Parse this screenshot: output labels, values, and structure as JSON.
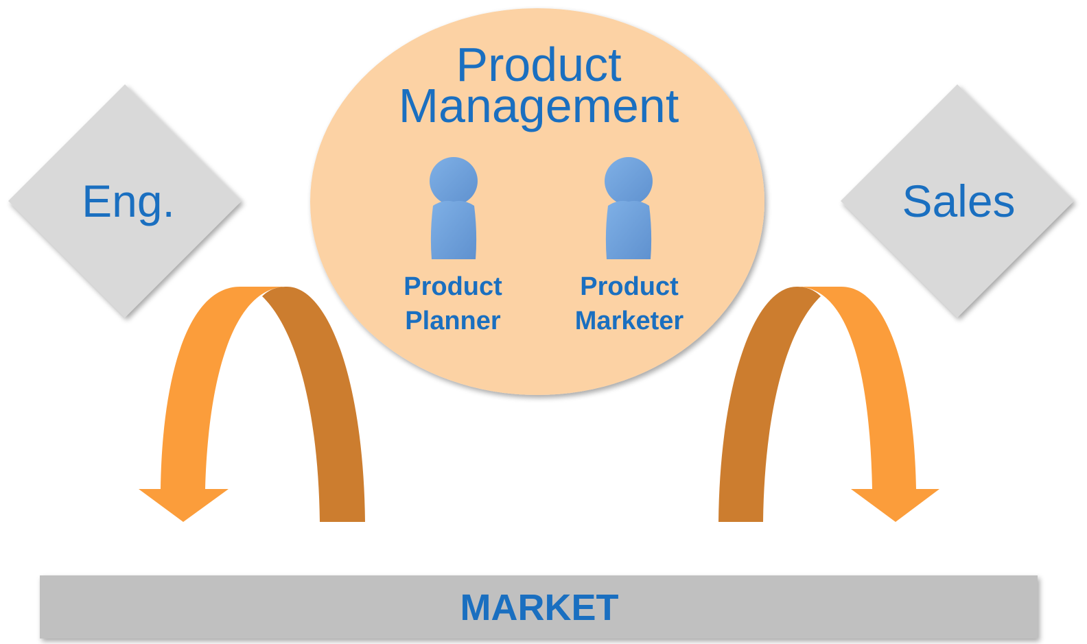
{
  "center_group": {
    "title_line1": "Product",
    "title_line2": "Management",
    "roles": [
      {
        "line1": "Product",
        "line2": "Planner"
      },
      {
        "line1": "Product",
        "line2": "Marketer"
      }
    ]
  },
  "left_node": {
    "label": "Eng."
  },
  "right_node": {
    "label": "Sales"
  },
  "market_bar": {
    "label": "MARKET"
  },
  "icons": {
    "person_icon": "person-icon",
    "curved_arrow": "curved-arrow-icon"
  },
  "colors": {
    "text_blue": "#1a6fc0",
    "ellipse_fill": "#fcd2a4",
    "diamond_fill": "#d9d9d9",
    "market_fill": "#c0c0c0",
    "person_fill": "#6f9fd8",
    "arrow_light": "#fb9d3b",
    "arrow_dark": "#cc7d2f"
  }
}
